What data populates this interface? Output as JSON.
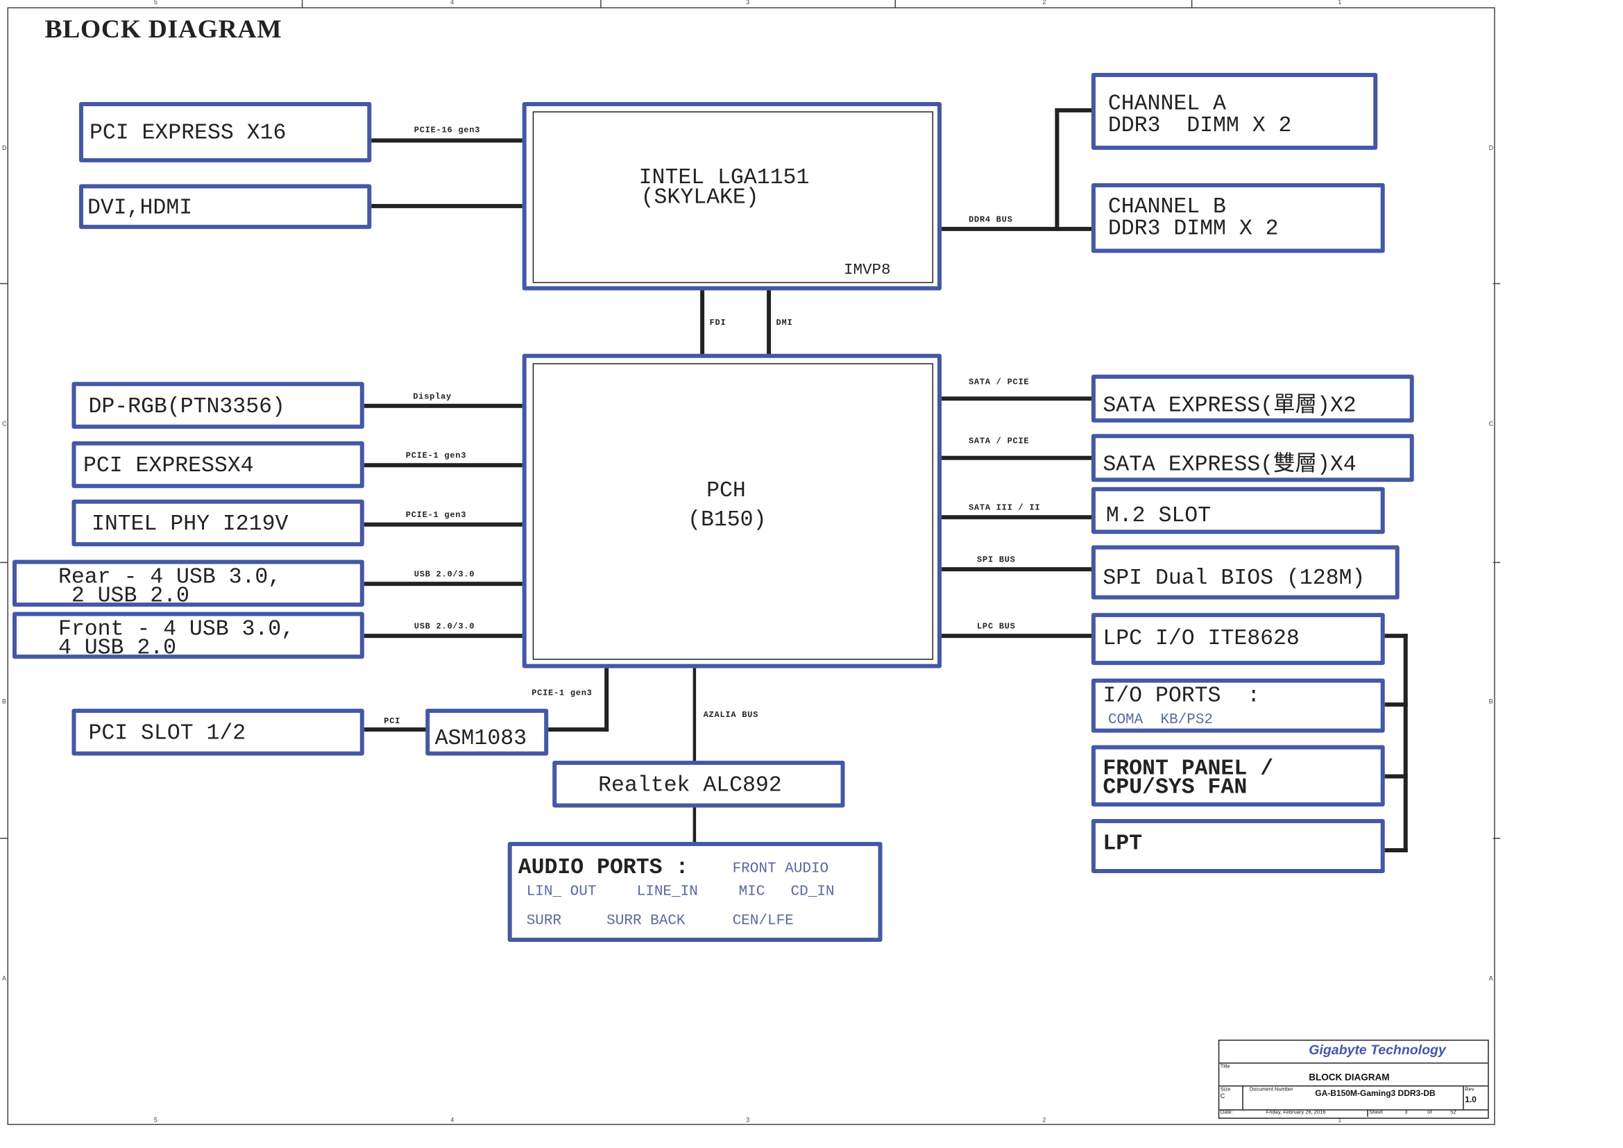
{
  "title": "BLOCK DIAGRAM",
  "colors": {
    "box_border": "#4558a6",
    "wire": "#222222",
    "sub_text": "#5a6a9e",
    "brand": "#4558a6"
  },
  "cpu": {
    "line1": "INTEL LGA1151",
    "line2": "(SKYLAKE)",
    "vr": "IMVP8"
  },
  "pch": {
    "line1": "PCH",
    "line2": "(B150)"
  },
  "cpu_links": [
    {
      "device": "PCI EXPRESS X16",
      "bus": "PCIE-16 gen3"
    },
    {
      "device": "DVI,HDMI",
      "bus": ""
    }
  ],
  "memory": {
    "bus": "DDR4 BUS",
    "channels": [
      {
        "line1": "CHANNEL A",
        "line2": "DDR3  DIMM X 2"
      },
      {
        "line1": "CHANNEL B",
        "line2": "DDR3 DIMM X 2"
      }
    ]
  },
  "cpu_pch_links": [
    "FDI",
    "DMI"
  ],
  "pch_left": [
    {
      "device": "DP-RGB(PTN3356)",
      "bus": "Display"
    },
    {
      "device": "PCI EXPRESSX4",
      "bus": "PCIE-1 gen3"
    },
    {
      "device": "INTEL PHY I219V",
      "bus": "PCIE-1 gen3"
    },
    {
      "line1": "Rear - 4 USB 3.0,",
      "line2": " 2 USB 2.0",
      "bus": "USB 2.0/3.0"
    },
    {
      "line1": "Front - 4 USB 3.0,",
      "line2": "4 USB 2.0",
      "bus": "USB 2.0/3.0"
    }
  ],
  "pci_bridge": {
    "slot": "PCI SLOT 1/2",
    "slot_bus": "PCI",
    "bridge": "ASM1083",
    "bridge_bus": "PCIE-1 gen3"
  },
  "audio": {
    "bus": "AZALIA BUS",
    "codec": "Realtek ALC892",
    "ports_title": "AUDIO PORTS :",
    "ports": [
      "FRONT AUDIO",
      "LIN_ OUT",
      "LINE_IN",
      "MIC",
      "CD_IN",
      "SURR",
      "SURR BACK",
      "CEN/LFE"
    ]
  },
  "pch_right": [
    {
      "device": "SATA EXPRESS(單層)X2",
      "bus": "SATA / PCIE"
    },
    {
      "device": "SATA EXPRESS(雙層)X4",
      "bus": "SATA / PCIE"
    },
    {
      "device": "M.2 SLOT",
      "bus": "SATA III / II"
    },
    {
      "device": "SPI Dual BIOS (128M)",
      "bus": "SPI BUS"
    },
    {
      "device": "LPC I/O ITE8628",
      "bus": "LPC BUS"
    }
  ],
  "lpc_devices": [
    {
      "line1": "I/O PORTS  :",
      "sub": "COMA  KB/PS2"
    },
    {
      "line1": "FRONT PANEL /",
      "line2": "CPU/SYS FAN"
    },
    {
      "line1": "LPT"
    }
  ],
  "title_block": {
    "company": "Gigabyte Technology",
    "title_label": "Title",
    "title": "BLOCK DIAGRAM",
    "size_label": "Size",
    "size": "C",
    "docnum_label": "Document Number",
    "docnum": "GA-B150M-Gaming3 DDR3-DB",
    "rev_label": "Rev",
    "rev": "1.0",
    "date_label": "Date:",
    "date": "Friday, February 26, 2016",
    "sheet_label": "Sheet",
    "sheet": "3",
    "of_label": "of",
    "total": "52"
  },
  "border_zones": {
    "columns": [
      "5",
      "4",
      "3",
      "2",
      "1"
    ],
    "rows": [
      "D",
      "C",
      "B",
      "A"
    ]
  }
}
